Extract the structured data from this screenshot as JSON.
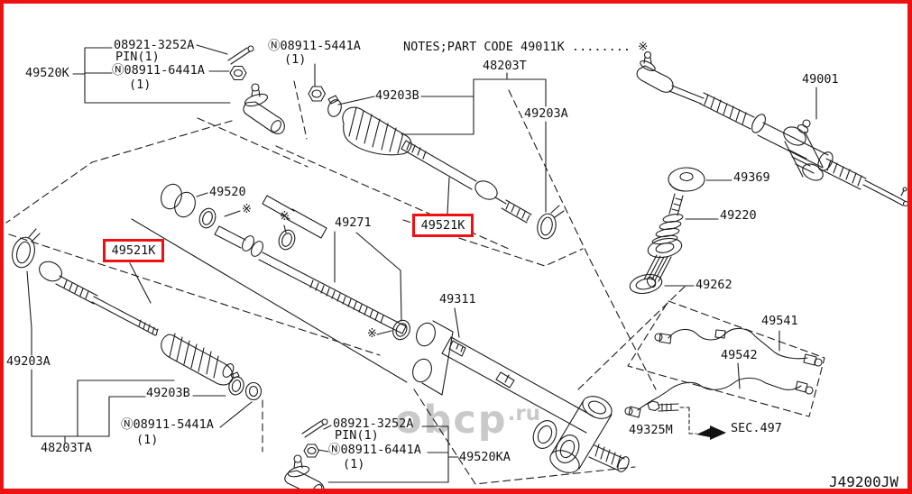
{
  "diagram": {
    "drawing_code": "J49200JW",
    "notes": "NOTES;PART CODE 49011K ........ ※",
    "ref_mark": "※",
    "sec_ref": "SEC.497",
    "highlighted_part": "49521K",
    "colors": {
      "line": "#1c1c1c",
      "highlight_red": "#ee1111",
      "watermark_gray": "#c9c9c9",
      "background": "#ffffff"
    },
    "watermark": {
      "main": "obcp",
      "suffix": ".ru"
    }
  },
  "labels": [
    {
      "text": "08921-3252A"
    },
    {
      "text": "PIN(1)"
    },
    {
      "text": "Ⓝ08911-6441A"
    },
    {
      "text": "(1)"
    },
    {
      "text": "49520K"
    },
    {
      "text": "Ⓝ08911-5441A"
    },
    {
      "text": "(1)"
    },
    {
      "text": "NOTES;PART CODE 49011K ........ ※"
    },
    {
      "text": "48203T"
    },
    {
      "text": "49203B"
    },
    {
      "text": "49203A"
    },
    {
      "text": "49001"
    },
    {
      "text": "49369"
    },
    {
      "text": "49520"
    },
    {
      "text": "49220"
    },
    {
      "text": "49271"
    },
    {
      "text": "49521K",
      "highlighted": true
    },
    {
      "text": "49521K",
      "highlighted": true
    },
    {
      "text": "49262"
    },
    {
      "text": "49311"
    },
    {
      "text": "49541"
    },
    {
      "text": "49542"
    },
    {
      "text": "49203A"
    },
    {
      "text": "49203B"
    },
    {
      "text": "Ⓝ08911-5441A"
    },
    {
      "text": "(1)"
    },
    {
      "text": "48203TA"
    },
    {
      "text": "08921-3252A"
    },
    {
      "text": "PIN(1)"
    },
    {
      "text": "Ⓝ08911-6441A"
    },
    {
      "text": "(1)"
    },
    {
      "text": "49520KA"
    },
    {
      "text": "49325M"
    },
    {
      "text": "SEC.497"
    },
    {
      "text": "J49200JW"
    }
  ]
}
